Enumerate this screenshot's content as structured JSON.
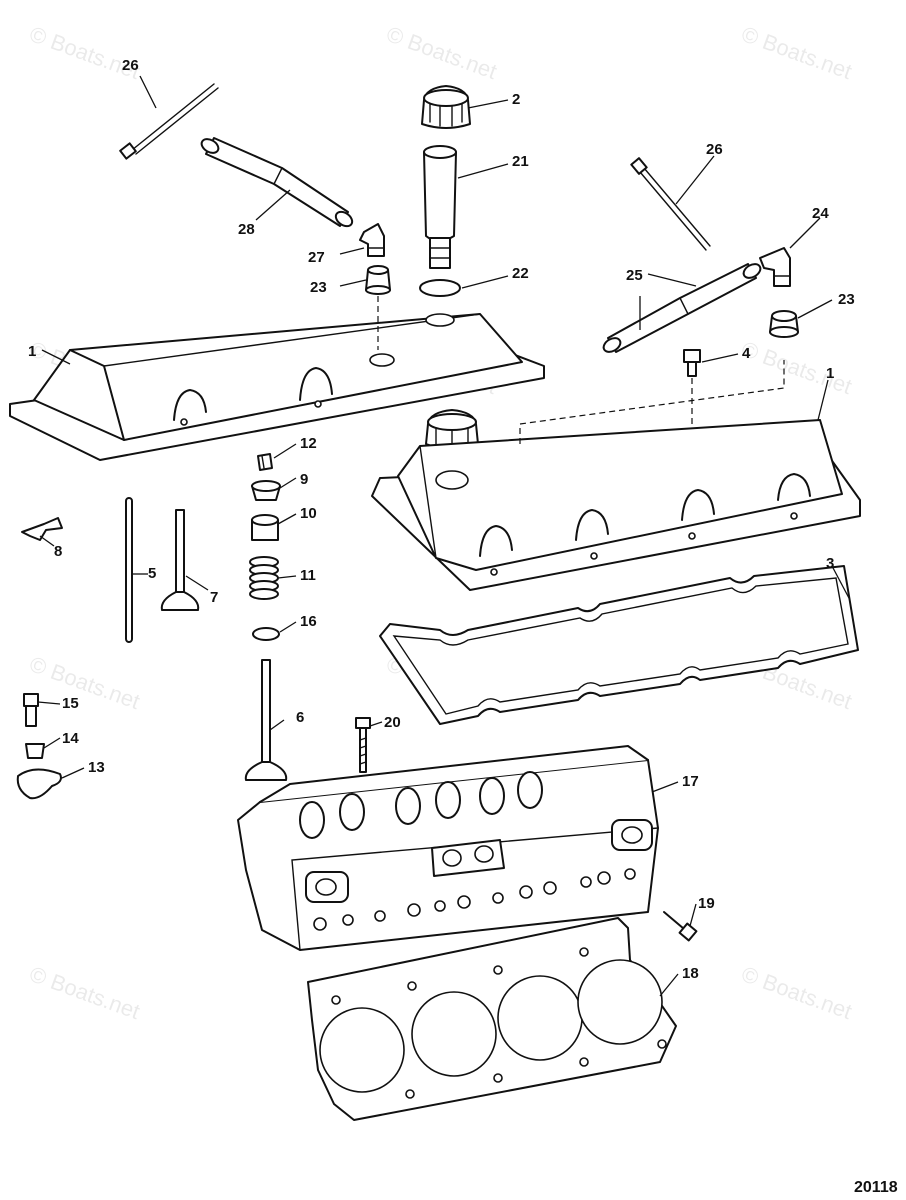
{
  "watermark": "© Boats.net",
  "diagram_code": "20118",
  "callouts": [
    "26",
    "2",
    "21",
    "26",
    "24",
    "28",
    "27",
    "22",
    "25",
    "23",
    "23",
    "1",
    "4",
    "1",
    "12",
    "9",
    "8",
    "10",
    "5",
    "7",
    "11",
    "3",
    "16",
    "15",
    "6",
    "20",
    "14",
    "13",
    "17",
    "19",
    "18"
  ],
  "colors": {
    "line": "#111111",
    "background": "#ffffff",
    "watermark": "#000000"
  }
}
